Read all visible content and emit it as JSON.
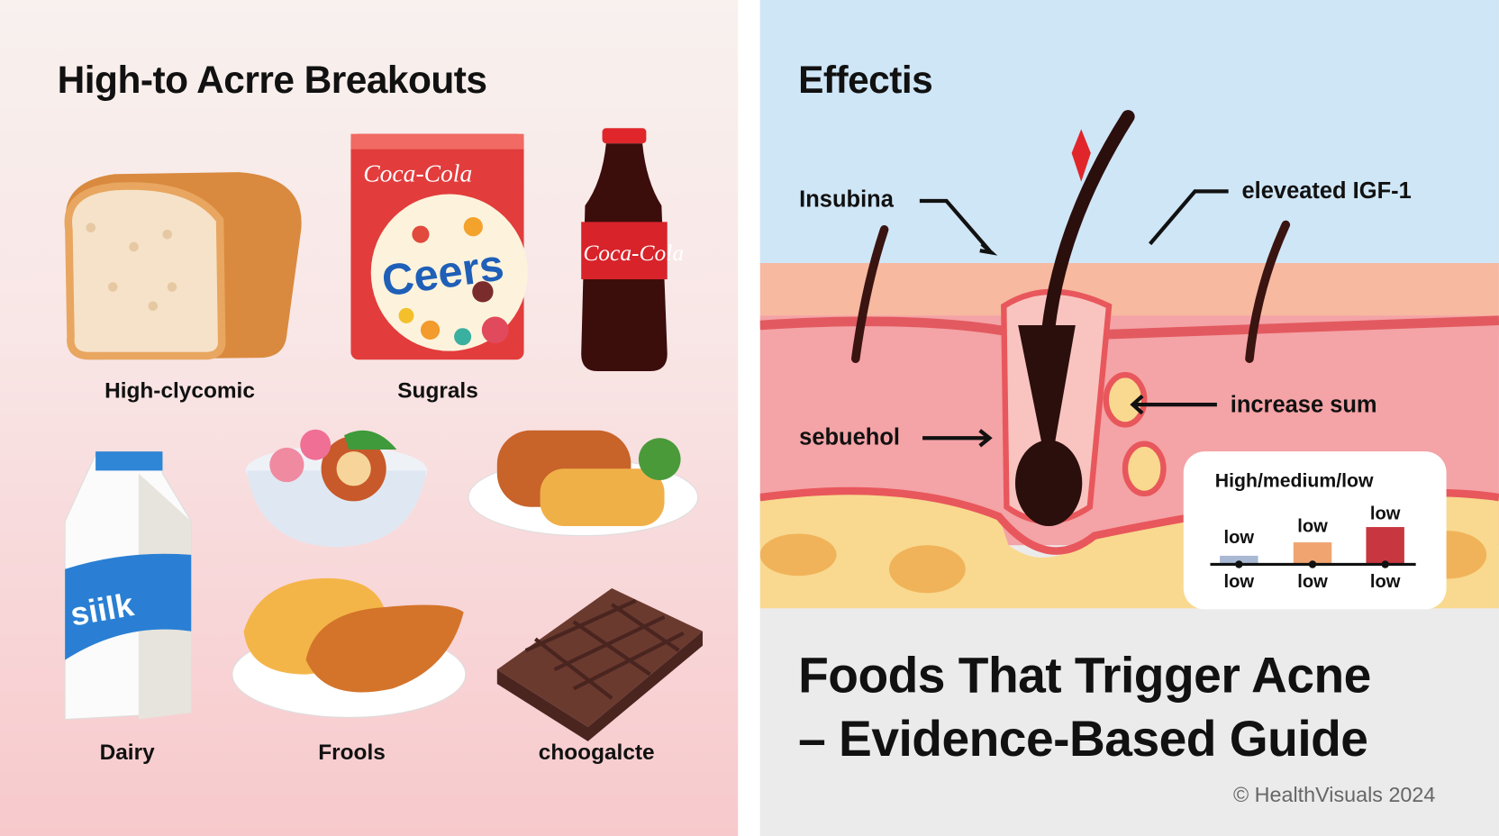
{
  "left_panel": {
    "title": "High-to Acrre Breakouts",
    "foods": [
      {
        "label": "High-clycomic",
        "icon": "bread-icon"
      },
      {
        "label": "Sugrals",
        "icon": "cereal-box-icon",
        "brand": "Coca-Cola",
        "box_text": "Ceers"
      },
      {
        "label": "",
        "icon": "cola-bottle-icon",
        "brand": "Coca-Cola"
      },
      {
        "label": "Dairy",
        "icon": "milk-carton-icon",
        "carton_text": "siilk"
      },
      {
        "label": "Frools",
        "icon": "fried-food-icon"
      },
      {
        "label": "choogalcte",
        "icon": "chocolate-bar-icon"
      }
    ]
  },
  "right_panel": {
    "title": "Effectis",
    "annotations": {
      "insulin": "Insubina",
      "igf": "eleveated IGF-1",
      "sebum": "increase sum",
      "sebuehol": "sebuehol"
    },
    "legend": {
      "title": "High/medium/low",
      "bars": [
        {
          "top_label": "low",
          "bottom_label": "low",
          "color": "#a9b9d3",
          "level": 0.2
        },
        {
          "top_label": "low",
          "bottom_label": "low",
          "color": "#f0a571",
          "level": 0.55
        },
        {
          "top_label": "low",
          "bottom_label": "low",
          "color": "#c8373f",
          "level": 0.95
        }
      ]
    },
    "headline_line1": "Foods That Trigger Acne",
    "headline_line2": "– Evidence-Based Guide",
    "copyright": "© HealthVisuals 2024"
  },
  "colors": {
    "sky": "#cfe6f7",
    "skin_top": "#f7b9a0",
    "dermis": "#f4a3a6",
    "fat": "#f8d98f",
    "hair": "#2b0f0d"
  }
}
